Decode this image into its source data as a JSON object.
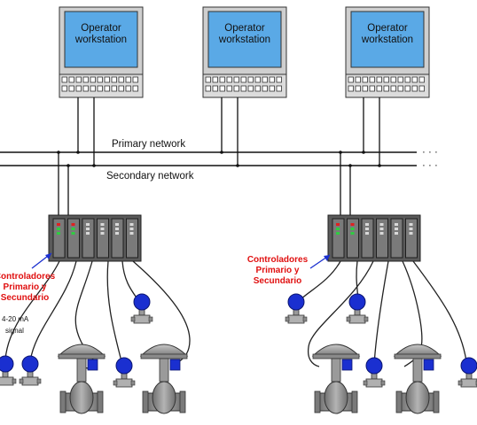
{
  "workstations": [
    {
      "line1": "Operator",
      "line2": "workstation"
    },
    {
      "line1": "Operator",
      "line2": "workstation"
    },
    {
      "line1": "Operator",
      "line2": "workstation"
    }
  ],
  "networks": {
    "primary": "Primary network",
    "secondary": "Secondary network",
    "continuation": "· · ·"
  },
  "controllers": {
    "left": {
      "line1": "Controladores",
      "line2": "Primario y",
      "line3": "Secundario"
    },
    "right": {
      "line1": "Controladores",
      "line2": "Primario y",
      "line3": "Secundario"
    }
  },
  "signal": {
    "line1": "4-20 mA",
    "line2": "signal"
  },
  "colors": {
    "screen": "#5aa9e6",
    "panel": "#dcdcdc",
    "controller": "#6e6e6e",
    "transmitter": "#1a2fd0",
    "valve": "#8a8a8a",
    "label_red": "#e01010"
  }
}
